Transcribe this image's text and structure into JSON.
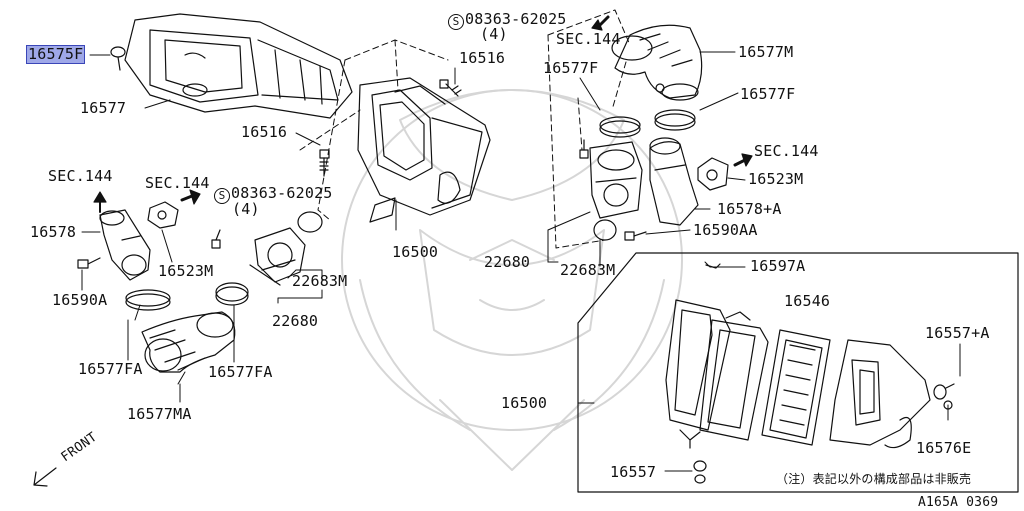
{
  "diagram": {
    "labels": {
      "p16575F": "16575F",
      "p16577": "16577",
      "p16516a": "16516",
      "p16516b": "16516",
      "p16500a": "16500",
      "p16500b": "16500",
      "sec144_a": "SEC.144",
      "sec144_b": "SEC.144",
      "sec144_c": "SEC.144",
      "sec144_d": "SEC.144",
      "bolt_a": "08363-62025",
      "bolt_a_qty": "(4)",
      "bolt_b": "08363-62025",
      "bolt_b_qty": "(4)",
      "s_mark": "S",
      "p16578": "16578",
      "p16523M_a": "16523M",
      "p16523M_b": "16523M",
      "p16590A": "16590A",
      "p16590AA": "16590AA",
      "p22683M_a": "22683M",
      "p22683M_b": "22683M",
      "p22680_a": "22680",
      "p22680_b": "22680",
      "p16577FA_a": "16577FA",
      "p16577FA_b": "16577FA",
      "p16577MA": "16577MA",
      "p16577M": "16577M",
      "p16577F_a": "16577F",
      "p16577F_b": "16577F",
      "p16578A": "16578+A",
      "p16597A": "16597A",
      "p16546": "16546",
      "p16557A": "16557+A",
      "p16576E": "16576E",
      "p16557": "16557",
      "note": "（注）表記以外の構成部品は非販売",
      "front": "FRONT",
      "code": "A165A 0369"
    },
    "highlighted_part": "16575F",
    "colors": {
      "line": "#111111",
      "highlight_fill": "#9fa8e8",
      "highlight_border": "#3a46b8",
      "watermark": "#d6d6d6"
    }
  }
}
